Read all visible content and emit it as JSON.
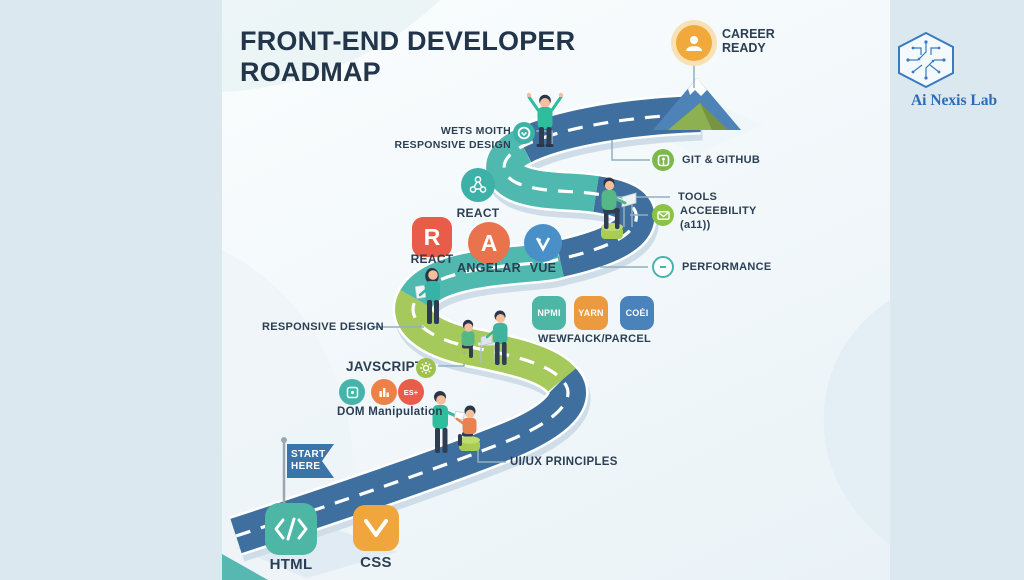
{
  "title": "FRONT-END DEVELOPER ROADMAP",
  "brand": {
    "name": "Ai Nexis Lab"
  },
  "career": {
    "label": "CAREER READY"
  },
  "flag": {
    "label": "START HERE"
  },
  "milestones": {
    "wets_moith": "WETS MOITH RESPONSIVE DESIGN",
    "git_github": "GIT & GITHUB",
    "tools": "TOOLS",
    "accessibility_1": "ACCEEBILITY",
    "accessibility_2": "(a11))",
    "performance": "PERFORMANCE",
    "react_pkg": "REACT",
    "react": "REACT",
    "angular": "ANGELAR",
    "vue": "VUE",
    "responsive_design": "RESPONSIVE DESIGN",
    "javascript": "JAVSCRIPT",
    "dom_manipulation": "DOM Manipulation",
    "uiux": "UI/UX PRINCIPLES",
    "bundlers": "WEWFAICK/PARCEL",
    "html": "HTML",
    "css": "CSS"
  },
  "badges": {
    "npm": "NPMI",
    "yarn": "YARN",
    "coei": "COĖI",
    "es": "ES+"
  },
  "colors": {
    "road_blue": "#3e6f9e",
    "road_teal": "#4fb8af",
    "road_green": "#a6c95b",
    "accent_orange": "#f0a83a",
    "accent_coral": "#e8604c",
    "text_navy": "#2b3f54"
  }
}
